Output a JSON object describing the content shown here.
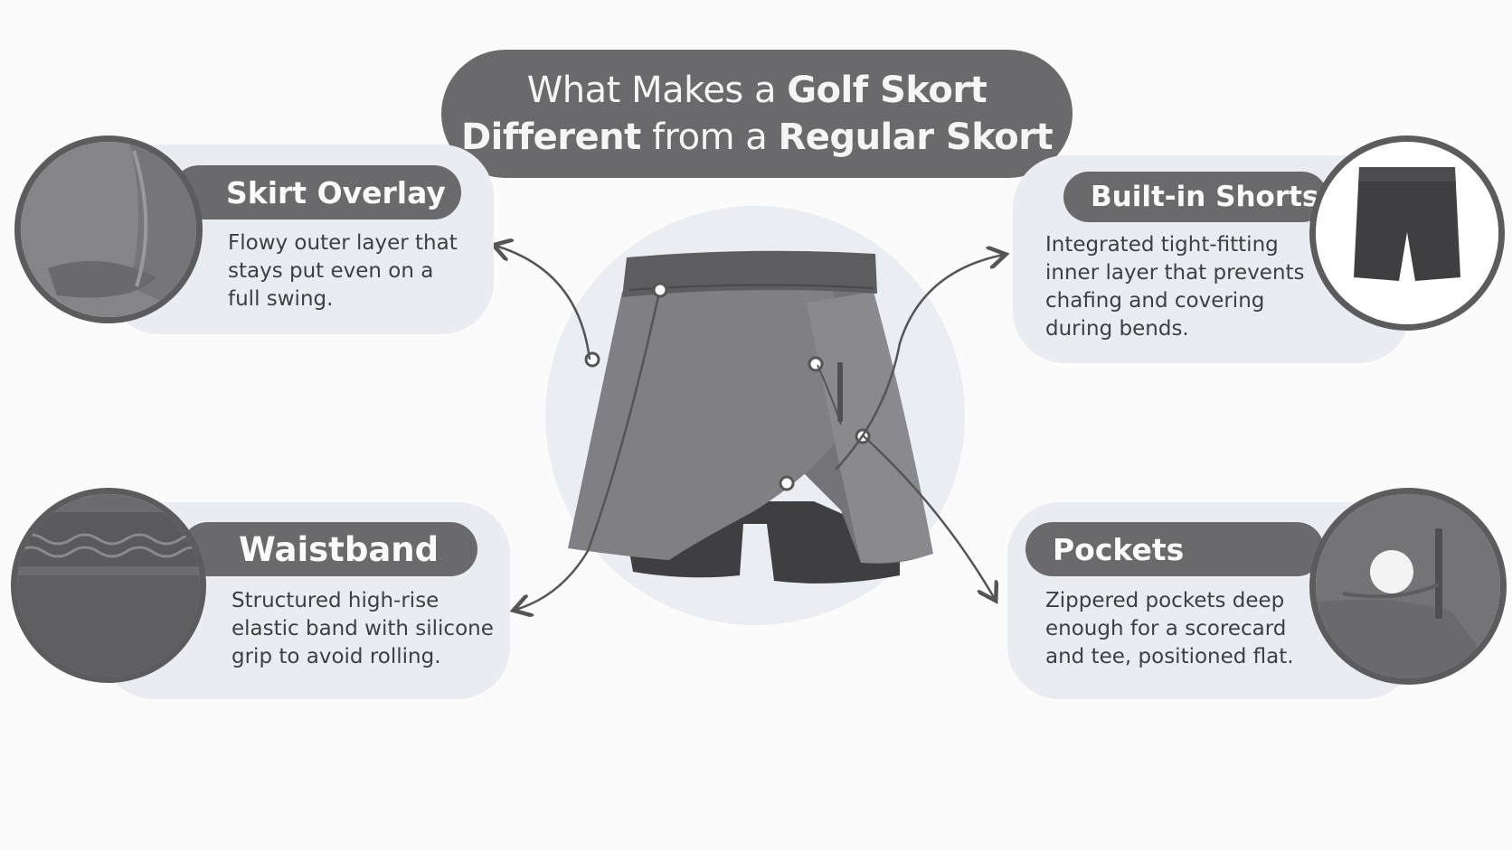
{
  "title": {
    "line1_regular": "What Makes a ",
    "line1_bold": "Golf Skort",
    "line2_bold": "Different",
    "line2_regular": " from a ",
    "line2_bold_end": "Regular Skort"
  },
  "features": {
    "skirt_overlay": {
      "label": "Skirt Overlay",
      "desc": [
        "Flowy outer layer that",
        "stays put even on a",
        "full swing."
      ]
    },
    "built_in_shorts": {
      "label": "Built-in Shorts",
      "desc": [
        "Integrated tight-fitting",
        "inner layer that prevents",
        "chafing and covering",
        "during bends."
      ]
    },
    "waistband": {
      "label": "Waistband",
      "desc": [
        "Structured high-rise",
        "elastic band with silicone",
        "grip to avoid rolling."
      ]
    },
    "pockets": {
      "label": "Pockets",
      "desc": [
        "Zippered pockets deep",
        "enough for a scorecard",
        "and tee, positioned flat."
      ]
    }
  },
  "colors": {
    "pill": "#6a6a6c",
    "card": "#e9ecf0",
    "skirt": "#808084",
    "shorts": "#3f3f42"
  },
  "icons": [
    "skirt-overlay-photo",
    "built-in-shorts-photo",
    "waistband-photo",
    "pockets-photo",
    "golf-ball-icon",
    "zipper-icon"
  ]
}
